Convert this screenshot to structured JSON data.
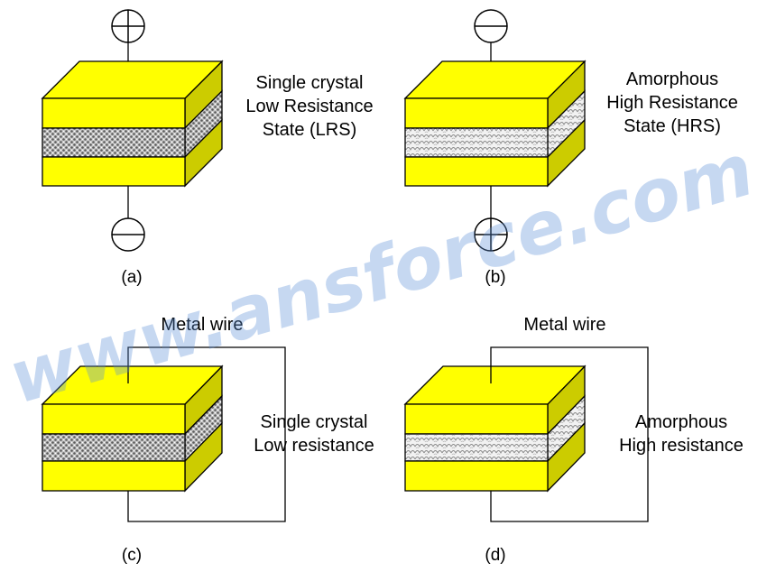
{
  "diagram": {
    "colors": {
      "electrode_front": "#ffff00",
      "electrode_side": "#cccc00",
      "outline": "#000000",
      "watermark": "#5b8fd6"
    },
    "panels": [
      {
        "id": "a",
        "caption": "(a)",
        "layer": "crystal",
        "top_terminal": "plus-icon",
        "bottom_terminal": "minus-icon",
        "label_lines": [
          "Single crystal",
          "Low Resistance",
          "State (LRS)"
        ]
      },
      {
        "id": "b",
        "caption": "(b)",
        "layer": "amorphous",
        "top_terminal": "minus-icon",
        "bottom_terminal": "plus-icon",
        "label_lines": [
          "Amorphous",
          "High Resistance",
          "State (HRS)"
        ]
      },
      {
        "id": "c",
        "caption": "(c)",
        "layer": "crystal",
        "wire_label": "Metal wire",
        "label_lines": [
          "Single crystal",
          "Low resistance"
        ]
      },
      {
        "id": "d",
        "caption": "(d)",
        "layer": "amorphous",
        "wire_label": "Metal wire",
        "label_lines": [
          "Amorphous",
          "High resistance"
        ]
      }
    ],
    "watermark": "www.ansforce.com"
  }
}
